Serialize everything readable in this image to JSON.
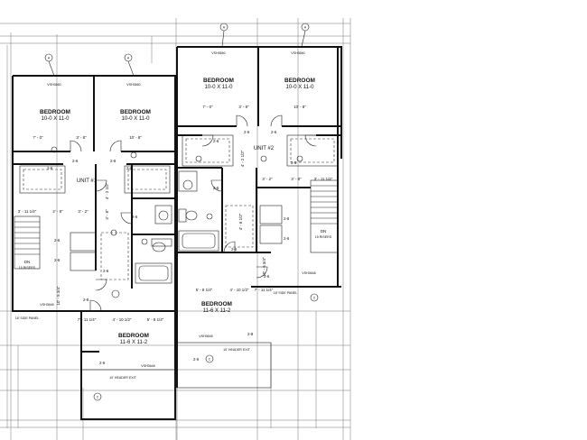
{
  "unit1": {
    "label": "UNIT #1",
    "bedroom_a": {
      "name": "BEDROOM",
      "size": "10-0 X 11-0",
      "window": "VSH3660",
      "dim_left": "7' - 0\"",
      "dim_right": "3' - 8\""
    },
    "bedroom_b": {
      "name": "BEDROOM",
      "size": "10-0 X 11-0",
      "window": "VSH3660",
      "dim_right": "10' - 8\""
    },
    "bedroom_c": {
      "name": "BEDROOM",
      "size": "11-6 X 11-2",
      "window": "VSH3648",
      "header": "10' HEADER EXIT",
      "dim_left": "7' - 11 1/4\"",
      "dim_mid": "4' - 10 1/2\"",
      "dim_right": "5' - 8 1/4\""
    },
    "side_window": "VSH3648",
    "dim_stair": "3' - 11 1/4\"",
    "dim_a": "2' - 8\"",
    "dim_b": "3' - 2\"",
    "dim_c": "4' - 2 1/2\"",
    "dim_d": "3' - 8\"",
    "dim_vert": "10' - 5 3/4\"",
    "stair_dn": "DN",
    "stair_note": "15 RISERS"
  },
  "unit2": {
    "label": "UNIT #2",
    "bedroom_a": {
      "name": "BEDROOM",
      "size": "10-0 X 11-0",
      "window": "VSH3660",
      "dim_left": "7' - 0\"",
      "dim_right": "3' - 8\""
    },
    "bedroom_b": {
      "name": "BEDROOM",
      "size": "10-0 X 11-0",
      "window": "VSH3660",
      "dim_right": "10' - 8\""
    },
    "bedroom_c": {
      "name": "BEDROOM",
      "size": "11-6 X 11-2",
      "window": "VSH3648",
      "header": "10' HEADER EXIT",
      "dim_left": "5' - 8 1/4\"",
      "dim_mid": "4' - 10 1/2\"",
      "dim_right": "7' - 11 1/4\""
    },
    "side_window": "VSH3648",
    "dim_stair": "3' - 11 1/4\"",
    "dim_a": "3' - 2\"",
    "dim_b": "3' - 8\"",
    "dim_c": "4' - 2 1/2\"",
    "dim_d": "4' - 6 1/2\"",
    "dim_vert": "10' - 5 3/4\"",
    "stair_dn": "DN",
    "stair_note": "15 RISERS"
  },
  "doors": {
    "d26": "2-6",
    "d28": "2-8"
  },
  "tags": {
    "a": "A",
    "c": "C"
  },
  "panel_note": "18' SIDE PANEL"
}
